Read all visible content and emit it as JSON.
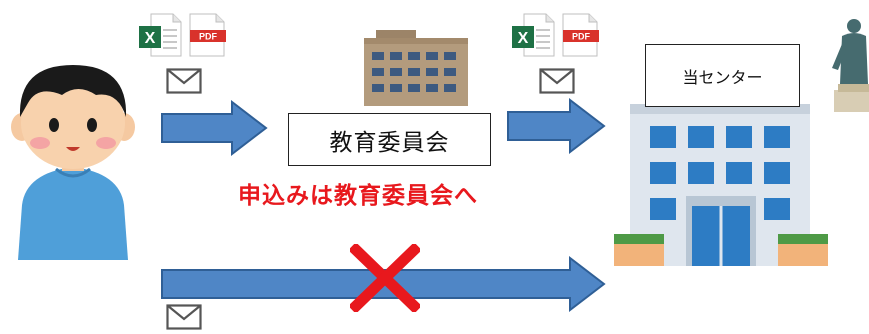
{
  "nodes": {
    "board_label": "教育委員会",
    "center_label": "当センター"
  },
  "note": "申込みは教育委員会へ",
  "file_icons": {
    "excel_glyph": "X",
    "pdf_glyph": "PDF"
  },
  "colors": {
    "arrow": "#4f86c6",
    "arrow_stroke": "#2f5f96",
    "cross": "#e8181d",
    "note": "#e8181d"
  }
}
